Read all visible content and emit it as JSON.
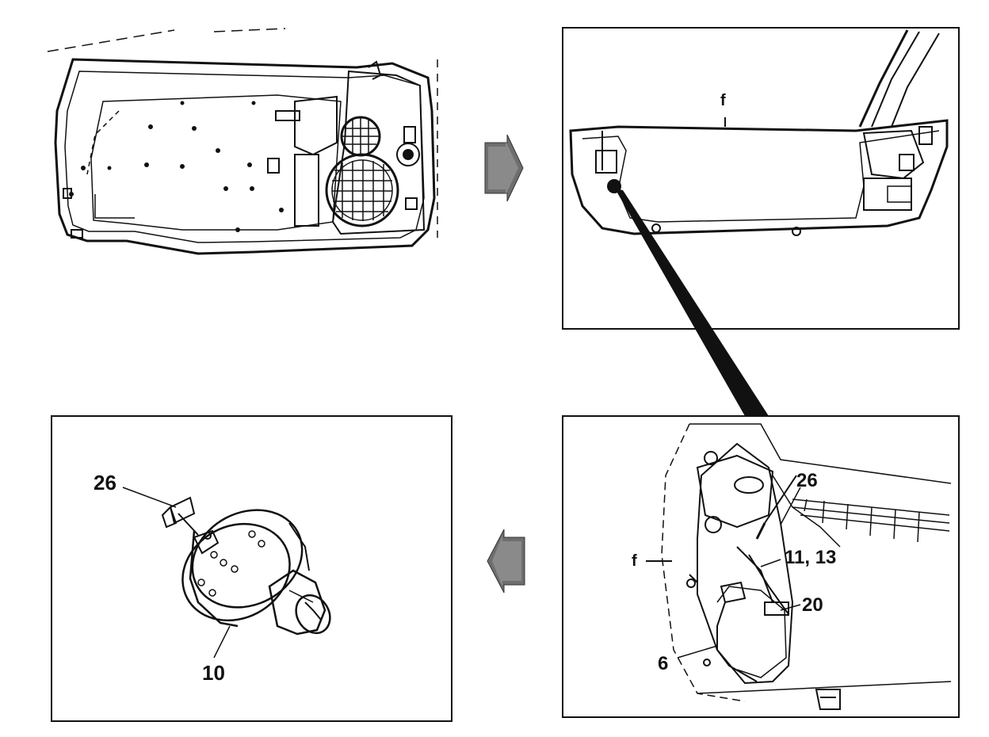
{
  "labels": {
    "top_right_f": "f",
    "bottom_right_26": "26",
    "bottom_right_11_13": "11, 13",
    "bottom_right_20": "20",
    "bottom_right_6": "6",
    "bottom_right_f": "f",
    "bottom_left_26": "26",
    "bottom_left_10": "10"
  },
  "icons": {
    "arrow_right": "arrow-right-icon",
    "arrow_left": "arrow-left-icon"
  },
  "colors": {
    "line": "#111111",
    "arrow": "#6e6e6e",
    "background": "#ffffff"
  }
}
